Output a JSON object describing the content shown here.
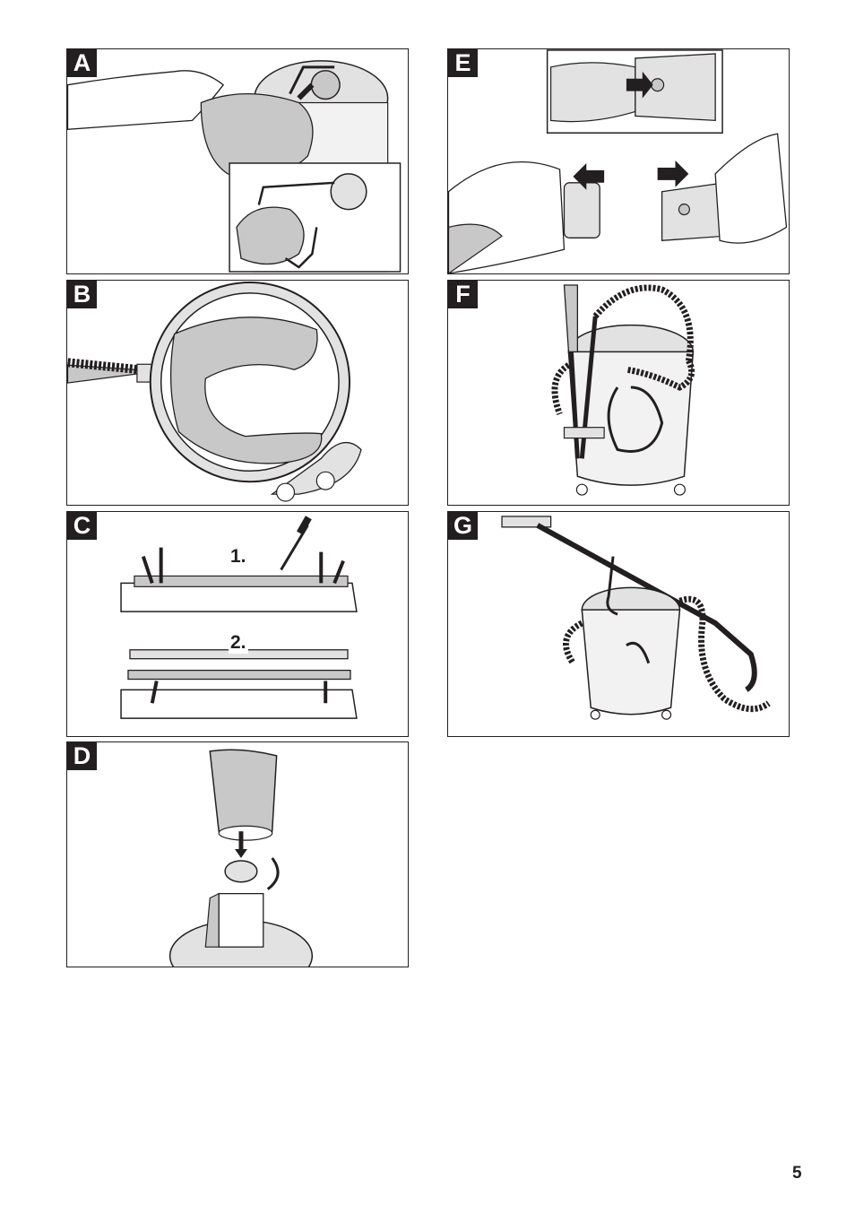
{
  "panels": {
    "a": {
      "label": "A"
    },
    "b": {
      "label": "B"
    },
    "c": {
      "label": "C",
      "steps": [
        "1.",
        "2."
      ]
    },
    "d": {
      "label": "D"
    },
    "e": {
      "label": "E"
    },
    "f": {
      "label": "F"
    },
    "g": {
      "label": "G"
    }
  },
  "page_number": "5",
  "colors": {
    "ink": "#231f20",
    "shade": "#c8c8c8",
    "light_shade": "#e2e2e2",
    "white": "#ffffff"
  }
}
